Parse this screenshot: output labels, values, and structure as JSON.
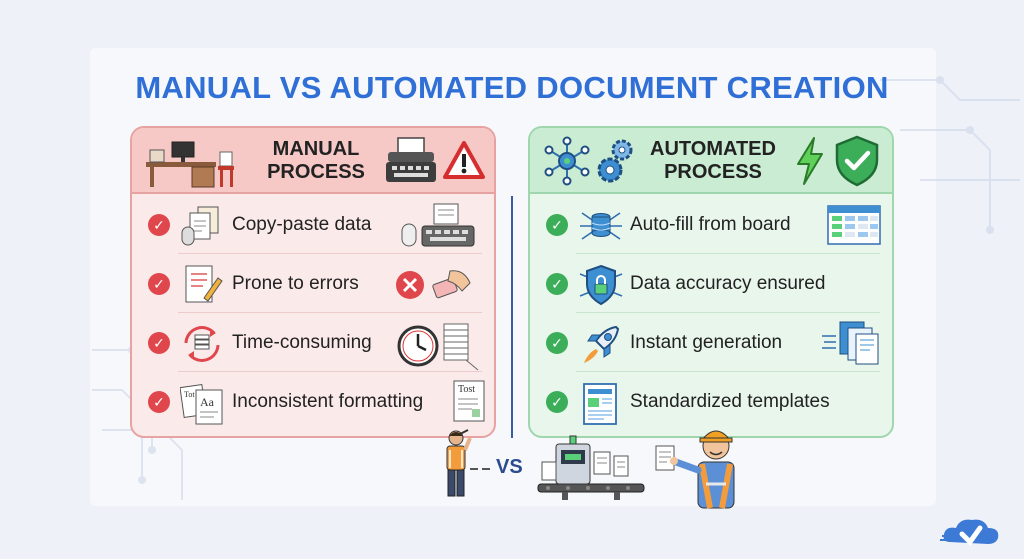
{
  "title": "MANUAL VS AUTOMATED DOCUMENT CREATION",
  "vs_label": "VS",
  "colors": {
    "title": "#2f6fd6",
    "manual_check": "#e0474c",
    "auto_check": "#3cae5a"
  },
  "manual": {
    "title_line1": "MANUAL",
    "title_line2": "PROCESS",
    "head_icons": [
      "office-desk-icon",
      "typewriter-icon",
      "warning-triangle-icon"
    ],
    "items": [
      {
        "label": "Copy-paste data",
        "icon": "copy-documents-icon",
        "extra_icon": "mouse-keyboard-icon"
      },
      {
        "label": "Prone to errors",
        "icon": "document-pen-icon",
        "extra_icon": "error-eraser-icon"
      },
      {
        "label": "Time-consuming",
        "icon": "refresh-stack-icon",
        "extra_icon": "clock-papers-icon"
      },
      {
        "label": "Inconsistent formatting",
        "icon": "font-documents-icon",
        "extra_icon": "text-document-icon"
      }
    ]
  },
  "auto": {
    "title_line1": "AUTOMATED",
    "title_line2": "PROCESS",
    "head_icons": [
      "network-nodes-icon",
      "gears-icon",
      "lightning-icon",
      "shield-check-icon"
    ],
    "items": [
      {
        "label": "Auto-fill from board",
        "icon": "database-icon",
        "extra_icon": "spreadsheet-icon"
      },
      {
        "label": "Data accuracy ensured",
        "icon": "shield-lock-icon",
        "extra_icon": ""
      },
      {
        "label": "Instant generation",
        "icon": "rocket-icon",
        "extra_icon": "documents-stack-icon"
      },
      {
        "label": "Standardized templates",
        "icon": "template-icon",
        "extra_icon": ""
      }
    ]
  }
}
